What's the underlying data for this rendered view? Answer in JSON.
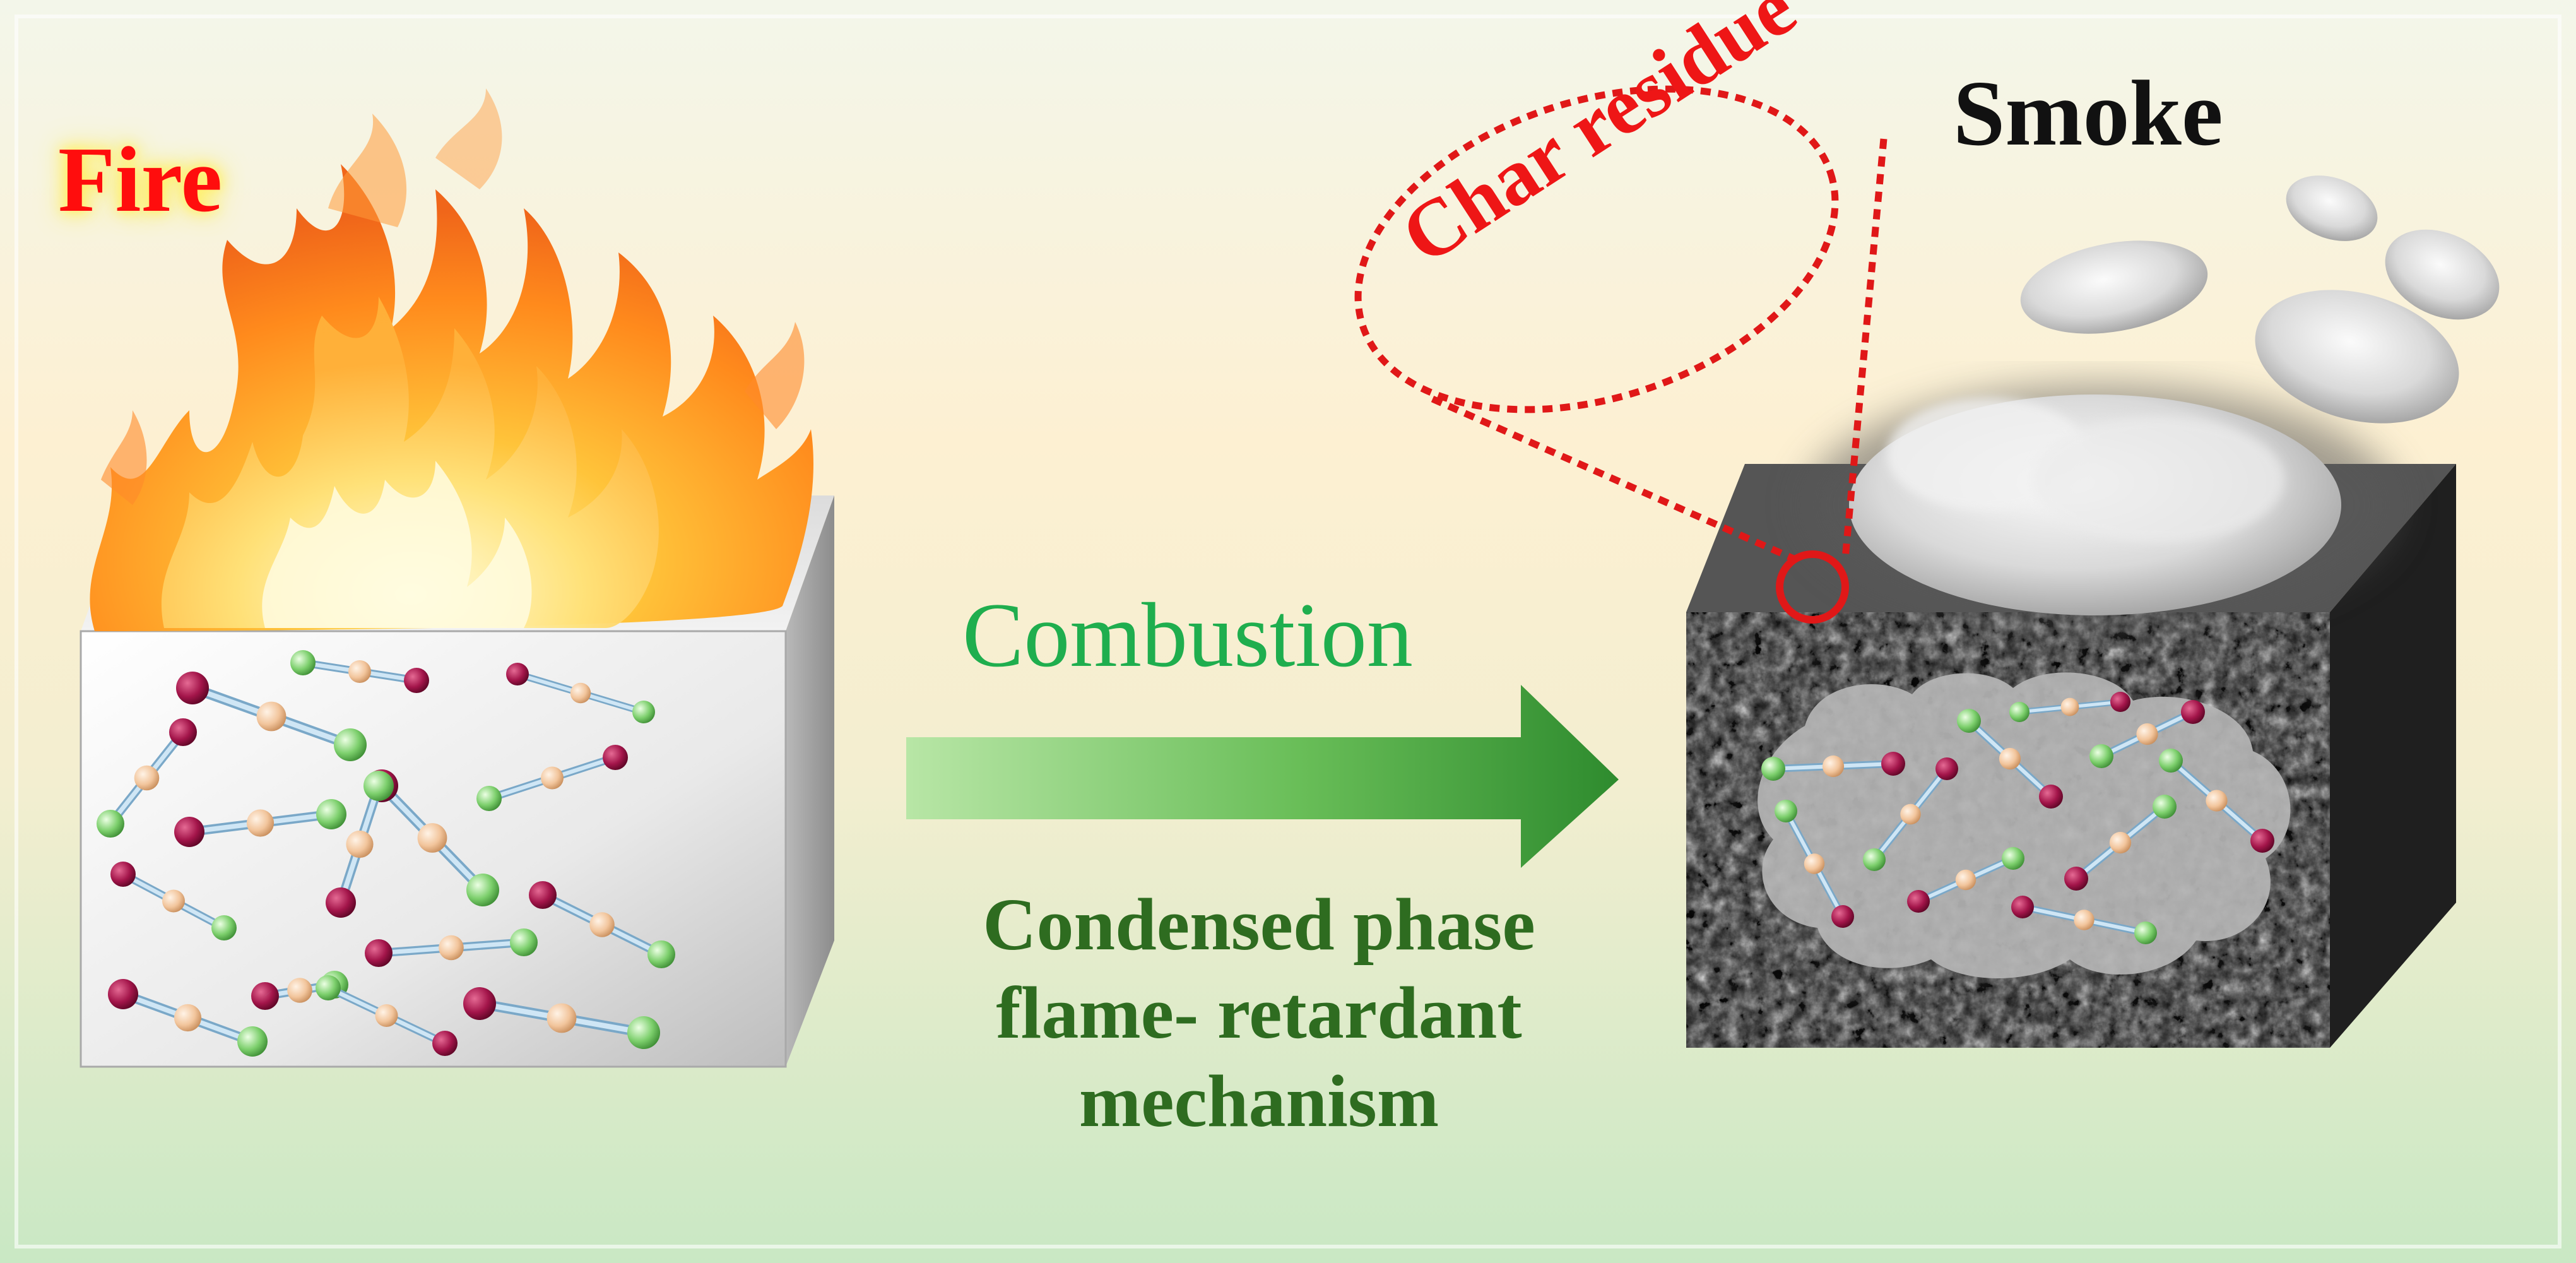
{
  "labels": {
    "fire": "Fire",
    "smoke": "Smoke",
    "char_residue": "Char residue",
    "combustion": "Combustion",
    "mechanism": "Condensed phase flame- retardant mechanism"
  },
  "colors": {
    "fire_text": "#ff0d0d",
    "char_text": "#ee1616",
    "combustion_text": "#1fae4e",
    "mechanism_text": "#2e6c20",
    "arrow_green": "#2e8b2e",
    "atom_red": "#a3154a",
    "atom_green": "#7ccf6c",
    "atom_peach": "#f2c59c",
    "bond_blue": "#a8cce6"
  },
  "icons": [
    "flame-icon",
    "smoke-cloud-icon",
    "arrow-right-icon",
    "molecule-icon",
    "zoom-circle-icon"
  ]
}
